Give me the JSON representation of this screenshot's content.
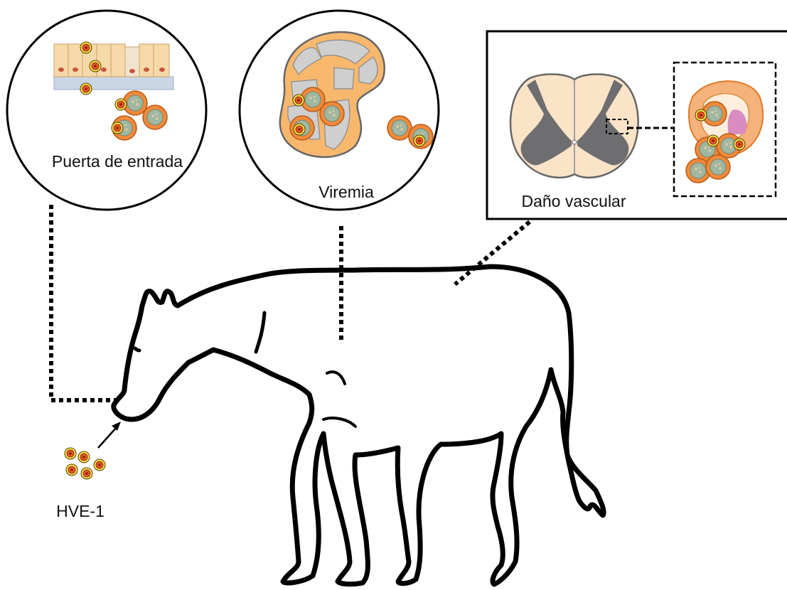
{
  "labels": {
    "entry": "Puerta de entrada",
    "viremia": "Viremia",
    "vascular": "Daño vascular",
    "virus": "HVE-1"
  },
  "colors": {
    "outline": "#000000",
    "epithelium": "#F6D9A8",
    "tissue_base": "#C9D6E6",
    "cell_orange": "#F08A3A",
    "cell_core": "#9FB7A3",
    "virion_yellow": "#F7E84A",
    "virion_red": "#E8552A",
    "lymph_capsule": "#F7B86E",
    "lymph_lobe": "#CFCFCF",
    "spinal_white": "#FBE3C8",
    "spinal_grey": "#6E6E70",
    "vessel_pink": "#D98CC2",
    "vessel_wall": "#F5B27A"
  },
  "icons": [
    "horse-silhouette",
    "virion-icon",
    "leukocyte-icon",
    "epithelium-icon",
    "lymph-node-icon",
    "spinal-cord-icon",
    "blood-vessel-icon",
    "arrow-icon"
  ]
}
